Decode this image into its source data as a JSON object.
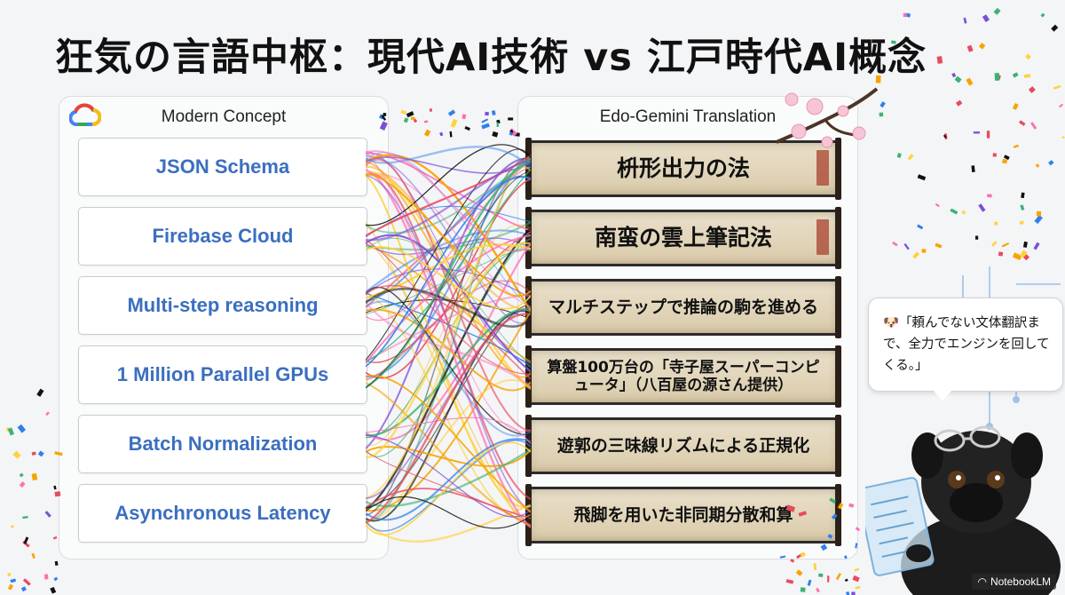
{
  "title": "狂気の言語中枢：現代AI技術 vs 江戸時代AI概念",
  "left_panel": {
    "header": "Modern Concept",
    "icon": "google-cloud-icon",
    "items": [
      "JSON Schema",
      "Firebase Cloud",
      "Multi-step reasoning",
      "1 Million Parallel GPUs",
      "Batch Normalization",
      "Asynchronous Latency"
    ]
  },
  "right_panel": {
    "header": "Edo-Gemini Translation",
    "items": [
      "枡形出力の法",
      "南蛮の雲上筆記法",
      "マルチステップで推論の駒を進める",
      "算盤100万台の「寺子屋スーパーコンピュータ」（八百屋の源さん提供）",
      "遊郭の三味線リズムによる正規化",
      "飛脚を用いた非同期分散和算"
    ]
  },
  "speech_bubble": {
    "icon": "dog-face-icon",
    "text": "「頼んでない文体翻訳まで、全力でエンジンを回してくる。」"
  },
  "branding": "NotebookLM",
  "colors": {
    "concept_text": "#3b6fbf",
    "scroll_paper": "#e2d6bb",
    "wire_palette": [
      "#e84a5f",
      "#f7a400",
      "#ffd23f",
      "#3bb273",
      "#2f80ed",
      "#7b4fd6",
      "#111111",
      "#ff6fb5"
    ]
  }
}
